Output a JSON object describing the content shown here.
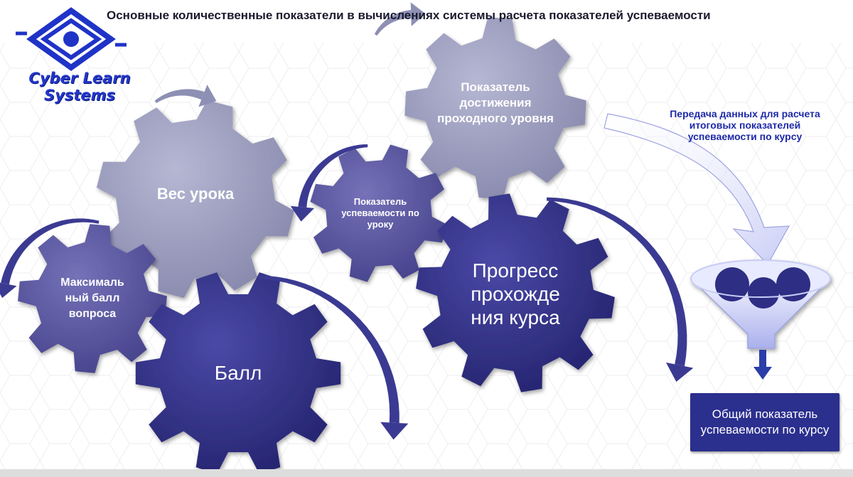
{
  "title": "Основные количественные показатели в вычислениях системы расчета показателей успеваемости",
  "logo": {
    "line1": "Cyber Learn",
    "line2": "Systems"
  },
  "gears": {
    "lesson_weight": "Вес урока",
    "pass_level": "Показатель достижения проходного уровня",
    "lesson_performance": "Показатель успеваемости по уроку",
    "max_question_score": "Максималь ный балл вопроса",
    "course_progress": "Прогресс прохожде ния курса",
    "score": "Балл"
  },
  "data_transfer_note": "Передача данных для расчета итоговых показателей успеваемости по курсу",
  "result": "Общий показатель успеваемости по курсу",
  "colors": {
    "dark_gear": "#2e2d84",
    "mid_gear": "#57549e",
    "light_gear": "#9a9bbd",
    "arrow": "#3b3a92",
    "text_blue": "#1e2aa8"
  }
}
